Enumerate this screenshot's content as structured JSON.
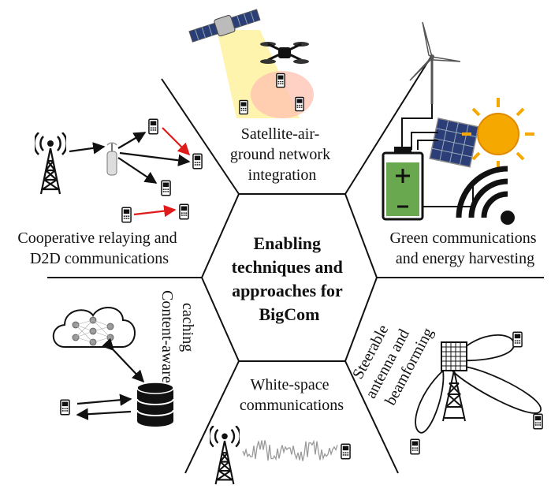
{
  "center": {
    "lines": [
      "Enabling",
      "techniques and",
      "approaches for",
      "BigCom"
    ]
  },
  "sections": {
    "satellite": {
      "lines": [
        "Satellite-air-",
        "ground network",
        "integration"
      ]
    },
    "green": {
      "lines": [
        "Green communications",
        "and energy harvesting"
      ]
    },
    "cooperative": {
      "lines": [
        "Cooperative relaying and",
        "D2D communications"
      ]
    },
    "caching": {
      "lines": [
        "Content-aware",
        "caching"
      ]
    },
    "steerable": {
      "lines": [
        "Steerable",
        "antenna and",
        "beamforming"
      ]
    },
    "whitespace": {
      "lines": [
        "White-space",
        "communications"
      ]
    }
  },
  "colors": {
    "lines": "#111111",
    "red_arrow": "#e01b1b",
    "battery_fill": "#6aa84f",
    "sun": "#f5a800",
    "panel": "#2c3e78",
    "satellite_beam": "#fff2a0",
    "drone_beam": "#ffc0b0"
  },
  "icons": [
    "satellite-icon",
    "drone-icon",
    "phone-icon",
    "tower-icon",
    "relay-icon",
    "wind-turbine-icon",
    "solar-panel-icon",
    "sun-icon",
    "battery-icon",
    "wireless-icon",
    "cloud-icon",
    "database-icon",
    "waveform-icon"
  ]
}
